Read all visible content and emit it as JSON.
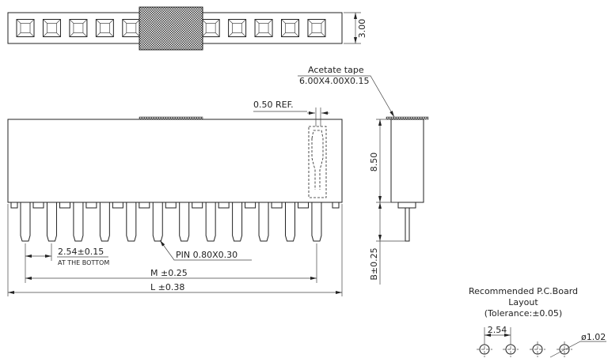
{
  "top_view": {
    "height_dim": "3.00",
    "pin_count": 12
  },
  "front_view": {
    "ref_dim": "0.50 REF.",
    "pitch_dim": "2.54±0.15",
    "pitch_note": "AT THE BOTTOM",
    "pin_label": "PIN  0.80X0.30",
    "m_dim": "M  ±0.25",
    "l_dim": "L  ±0.38"
  },
  "side_view": {
    "tape_label": "Acetate  tape",
    "tape_size": "6.00X4.00X0.15",
    "height_dim": "8.50",
    "pin_dim": "B±0.25"
  },
  "pcb_layout": {
    "title_line1": "Recommended  P.C.Board",
    "title_line2": "Layout",
    "tolerance": "(Tolerance:±0.05)",
    "pitch": "2.54",
    "hole_dia": "ø1.02"
  }
}
